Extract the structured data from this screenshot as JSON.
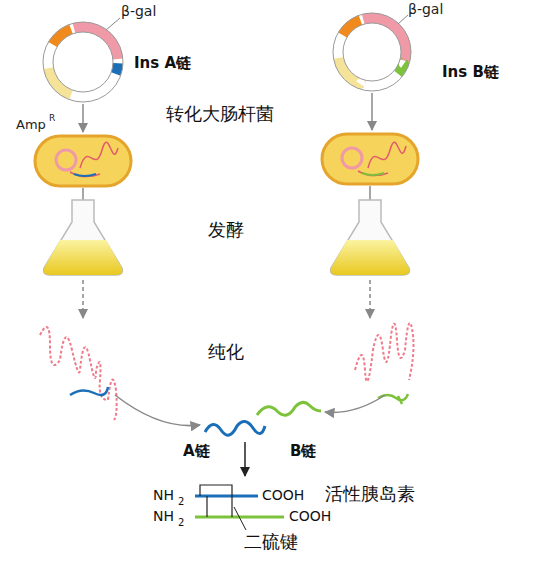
{
  "diagram": {
    "labels": [
      "β-gal",
      "Ins A链",
      "Amp",
      "R",
      "β-gal",
      "Ins B链",
      "转化大肠杆菌",
      "发酵",
      "纯化",
      "A链",
      "B链",
      "NH",
      "2",
      "COOH",
      "活性胰岛素",
      "NH",
      "2",
      "COOH",
      "二硫键"
    ]
  }
}
